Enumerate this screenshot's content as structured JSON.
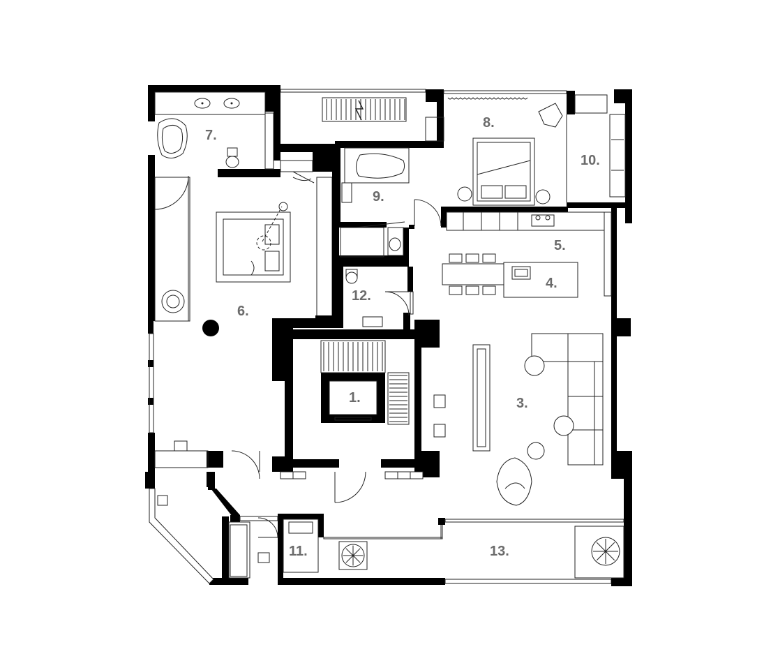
{
  "rooms": [
    {
      "id": "r1",
      "label": "1."
    },
    {
      "id": "r3",
      "label": "3."
    },
    {
      "id": "r4",
      "label": "4."
    },
    {
      "id": "r5",
      "label": "5."
    },
    {
      "id": "r6",
      "label": "6."
    },
    {
      "id": "r7",
      "label": "7."
    },
    {
      "id": "r8",
      "label": "8."
    },
    {
      "id": "r9",
      "label": "9."
    },
    {
      "id": "r10",
      "label": "10."
    },
    {
      "id": "r11",
      "label": "11."
    },
    {
      "id": "r12",
      "label": "12."
    },
    {
      "id": "r13",
      "label": "13."
    }
  ],
  "colors": {
    "wall": "#000000",
    "label": "#6b6b6b",
    "background": "#ffffff"
  }
}
